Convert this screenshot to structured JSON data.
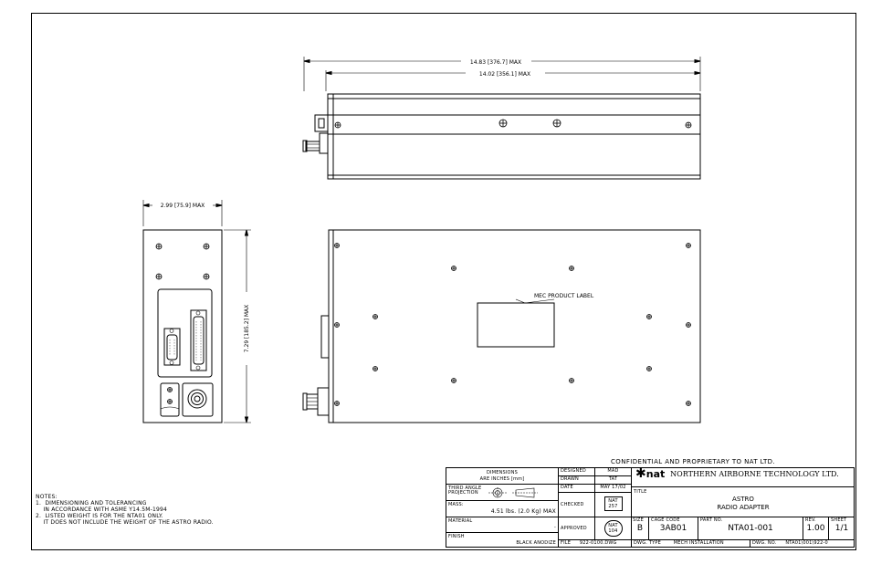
{
  "drawing": {
    "top_view": {
      "overall_dim": "14.83 [376.7] MAX",
      "body_dim": "14.02 [356.1] MAX"
    },
    "side_view": {
      "width_dim": "2.99 [75.9] MAX",
      "height_dim": "7.29 [185.2] MAX"
    },
    "front_view": {
      "label_callout": "MEC PRODUCT LABEL"
    }
  },
  "notes": {
    "heading": "NOTES:",
    "lines": [
      "1.  DIMENSIONING AND TOLERANCING",
      "    IN ACCORDANCE WITH ASME Y14.5M-1994",
      "2.  LISTED WEIGHT IS FOR THE NTA01 ONLY.",
      "    IT DOES NOT INCLUDE THE WEIGHT OF THE ASTRO RADIO."
    ]
  },
  "title_block": {
    "confidential": "CONFIDENTIAL AND PROPRIETARY TO NAT LTD.",
    "dimensions_label": "DIMENSIONS",
    "dimensions_value": "ARE INCHES [mm]",
    "projection": "THIRD ANGLE PROJECTION",
    "mass_label": "MASS:",
    "mass_value": "4.51 lbs. (2.0 Kg) MAX",
    "material_label": "MATERIAL",
    "material_value": "-",
    "finish_label": "FINISH",
    "finish_value": "BLACK ANODIZE",
    "designed_label": "DESIGNED",
    "designed_value": "MAD",
    "drawn_label": "DRAWN",
    "drawn_value": "TAT",
    "date_label": "DATE",
    "date_value": "MAY 17/02",
    "checked_label": "CHECKED",
    "checked_value": "NAT 257",
    "approved_label": "APPROVED",
    "approved_value": "NAT 104",
    "company_logo": "nat",
    "company_name": "NORTHERN AIRBORNE TECHNOLOGY LTD.",
    "title_label": "TITLE",
    "title_line1": "ASTRO",
    "title_line2": "RADIO ADAPTER",
    "size_label": "SIZE",
    "size_value": "B",
    "cage_label": "CAGE CODE",
    "cage_value": "3AB01",
    "part_label": "PART NO.",
    "part_value": "NTA01-001",
    "rev_label": "REV.",
    "rev_value": "1.00",
    "sheet_label": "SHEET",
    "sheet_value": "1/1",
    "file_label": "FILE",
    "file_value": "922-0100.DWG",
    "dwg_type_label": "DWG. TYPE",
    "dwg_type_value": "MECH INSTALLATION",
    "dwg_no_label": "DWG. NO.",
    "dwg_no_value": "NTA01\\001\\922-0"
  }
}
